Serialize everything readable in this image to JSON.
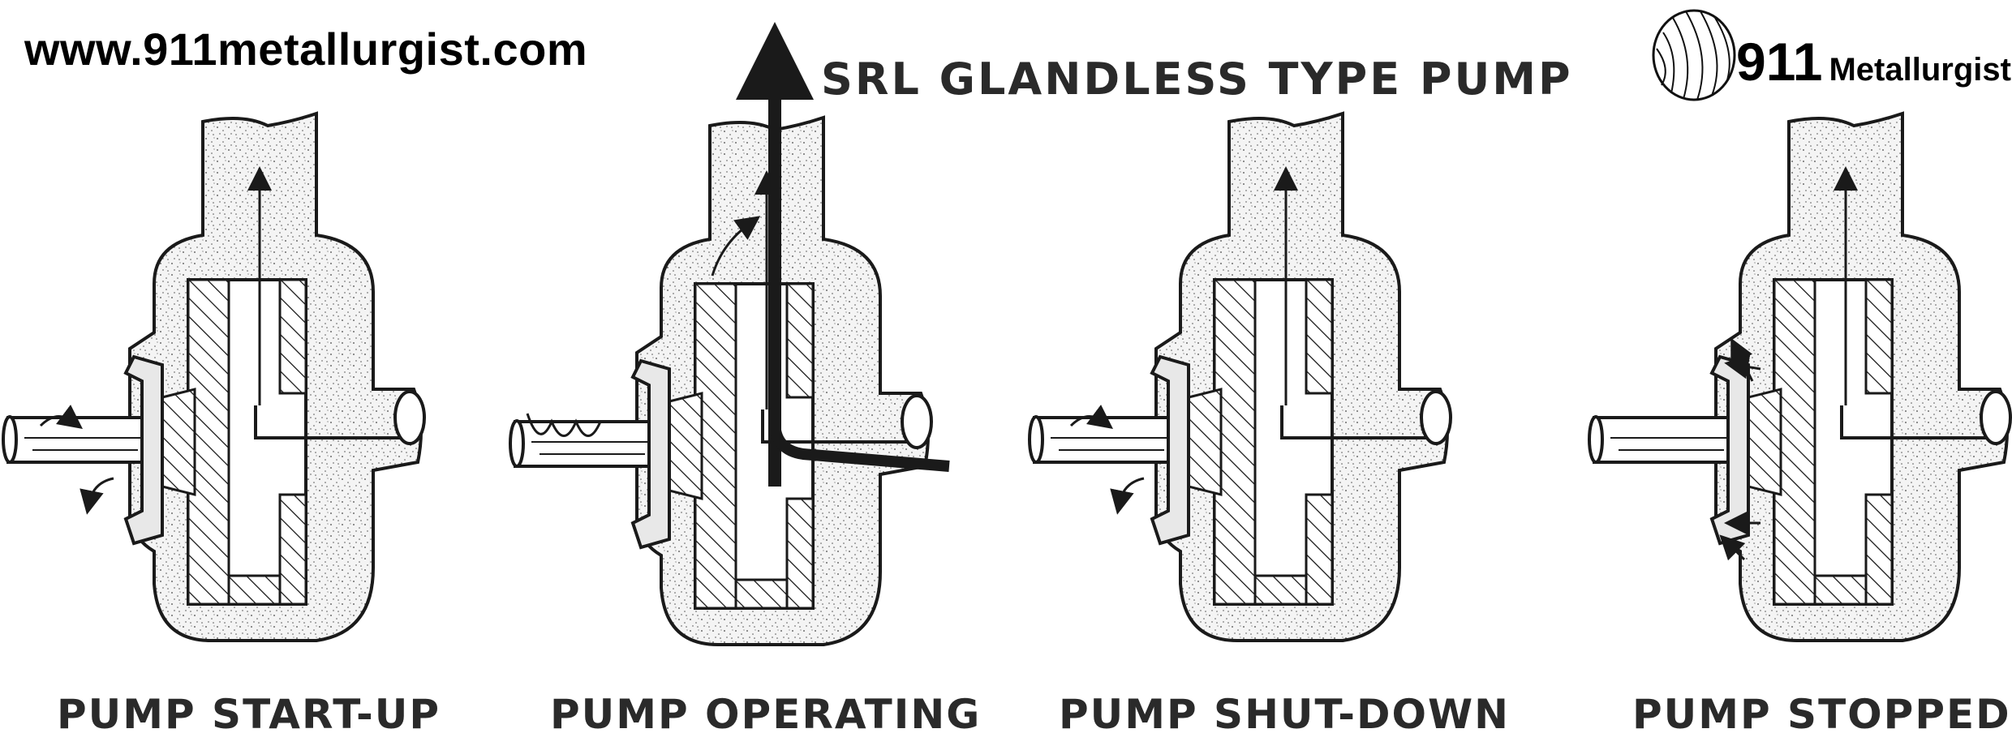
{
  "header": {
    "website": "www.911metallurgist.com",
    "title": "SRL GLANDLESS TYPE PUMP",
    "logo_number": "911",
    "logo_word": "Metallurgist"
  },
  "panels": [
    {
      "caption": "PUMP START-UP"
    },
    {
      "caption": "PUMP OPERATING"
    },
    {
      "caption": "PUMP SHUT-DOWN"
    },
    {
      "caption": "PUMP STOPPED"
    }
  ],
  "colors": {
    "line": "#1a1a1a",
    "stipple_bg": "#f4f4f4",
    "flow_line": "#333333"
  }
}
